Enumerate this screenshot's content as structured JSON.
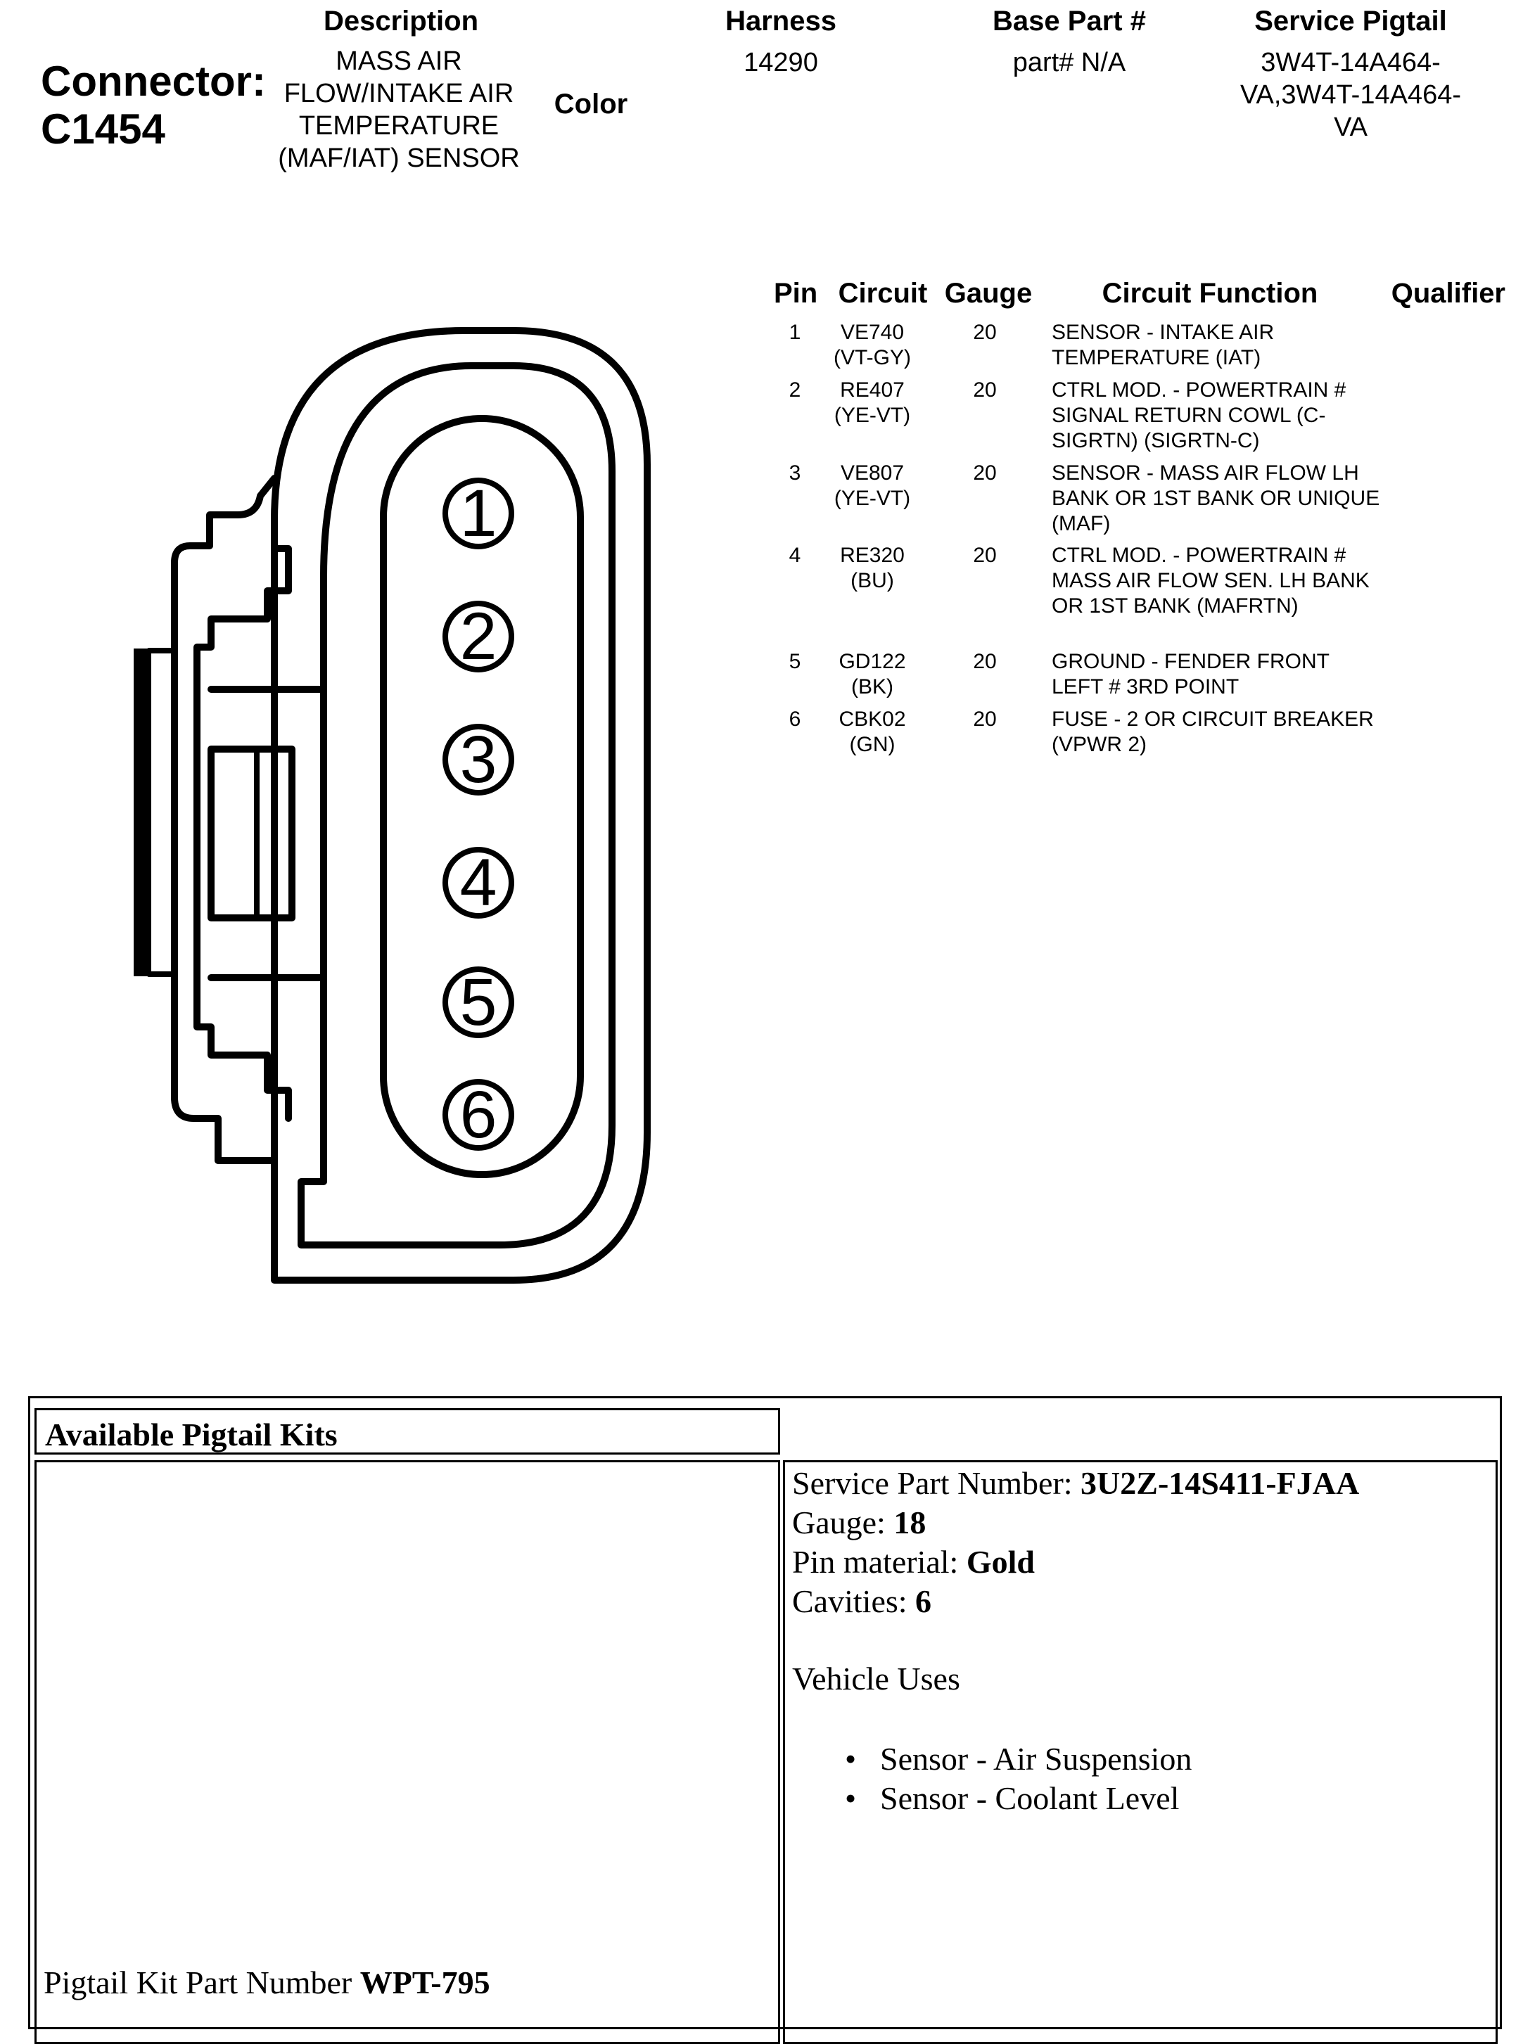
{
  "header": {
    "connector_label": "Connector:",
    "connector_id": "C1454",
    "description_heading": "Description",
    "description_value": "MASS AIR FLOW/INTAKE AIR TEMPERATURE (MAF/IAT) SENSOR",
    "color_heading": "Color",
    "harness_heading": "Harness",
    "harness_value": "14290",
    "base_part_heading": "Base Part #",
    "base_part_value": "part# N/A",
    "service_pigtail_heading": "Service Pigtail",
    "service_pigtail_value": "3W4T-14A464-VA,3W4T-14A464-VA"
  },
  "connector_diagram": {
    "pins": [
      "1",
      "2",
      "3",
      "4",
      "5",
      "6"
    ]
  },
  "pin_table": {
    "headers": {
      "pin": "Pin",
      "circuit": "Circuit",
      "gauge": "Gauge",
      "function": "Circuit Function",
      "qualifier": "Qualifier"
    },
    "rows": [
      {
        "pin": "1",
        "circuit": "VE740",
        "color": "(VT-GY)",
        "gauge": "20",
        "function": "SENSOR - INTAKE AIR TEMPERATURE (IAT)"
      },
      {
        "pin": "2",
        "circuit": "RE407",
        "color": "(YE-VT)",
        "gauge": "20",
        "function": "CTRL MOD. - POWERTRAIN # SIGNAL RETURN COWL (C-SIGRTN) (SIGRTN-C)"
      },
      {
        "pin": "3",
        "circuit": "VE807",
        "color": "(YE-VT)",
        "gauge": "20",
        "function": "SENSOR - MASS AIR FLOW LH BANK OR 1ST BANK OR UNIQUE (MAF)"
      },
      {
        "pin": "4",
        "circuit": "RE320",
        "color": "(BU)",
        "gauge": "20",
        "function": "CTRL MOD. - POWERTRAIN # MASS AIR FLOW SEN. LH BANK OR 1ST BANK (MAFRTN)"
      },
      {
        "pin": "5",
        "circuit": "GD122",
        "color": "(BK)",
        "gauge": "20",
        "function": "GROUND - FENDER FRONT LEFT # 3RD POINT"
      },
      {
        "pin": "6",
        "circuit": "CBK02",
        "color": "(GN)",
        "gauge": "20",
        "function": "FUSE - 2 OR CIRCUIT BREAKER (VPWR 2)"
      }
    ]
  },
  "pigtail_kits": {
    "title": "Available Pigtail Kits",
    "kit_part_label": "Pigtail Kit Part Number ",
    "kit_part_value": "WPT-795",
    "service_part_label": "Service Part Number: ",
    "service_part_value": "3U2Z-14S411-FJAA",
    "gauge_label": "Gauge: ",
    "gauge_value": "18",
    "pin_material_label": "Pin material: ",
    "pin_material_value": "Gold",
    "cavities_label": "Cavities: ",
    "cavities_value": "6",
    "vehicle_uses_heading": "Vehicle Uses",
    "vehicle_uses": [
      "Sensor - Air Suspension",
      "Sensor - Coolant Level"
    ]
  }
}
